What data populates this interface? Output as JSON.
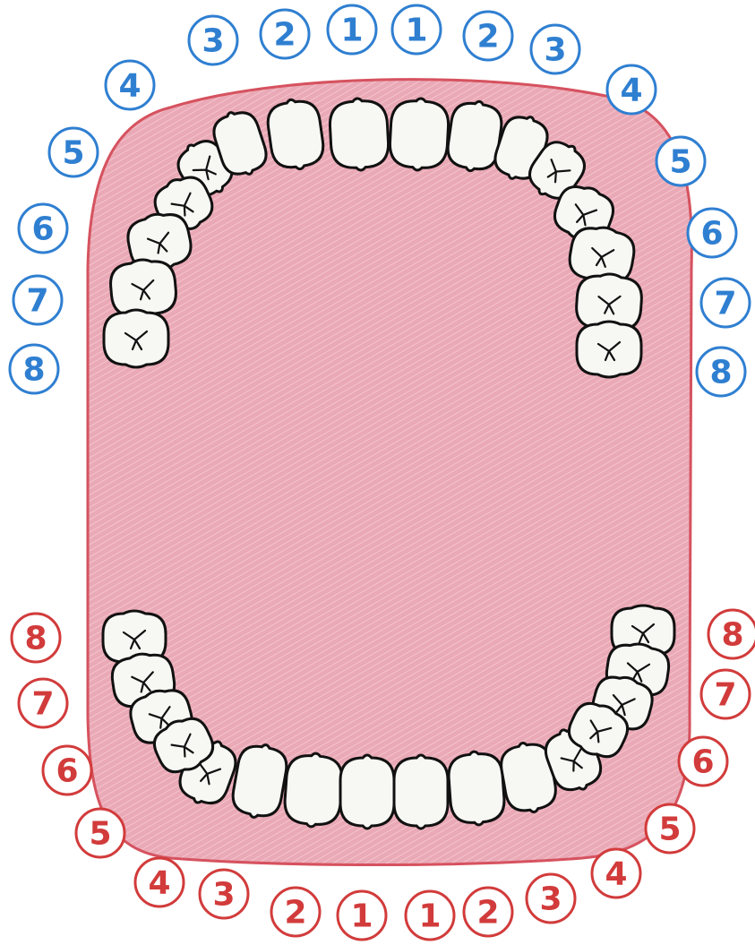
{
  "colors": {
    "upper_label": "#2f7fd1",
    "lower_label": "#d23b3b",
    "gum": "#e9a6b3",
    "gum_edge": "#d6525f",
    "tooth_fill": "#f7f7f4",
    "tooth_outline": "#111111"
  },
  "upper_labels": {
    "left": [
      "1",
      "2",
      "3",
      "4",
      "5",
      "6",
      "7",
      "8"
    ],
    "right": [
      "1",
      "2",
      "3",
      "4",
      "5",
      "6",
      "7",
      "8"
    ]
  },
  "lower_labels": {
    "left": [
      "1",
      "2",
      "3",
      "4",
      "5",
      "6",
      "7",
      "8"
    ],
    "right": [
      "1",
      "2",
      "3",
      "4",
      "5",
      "6",
      "7",
      "8"
    ]
  }
}
